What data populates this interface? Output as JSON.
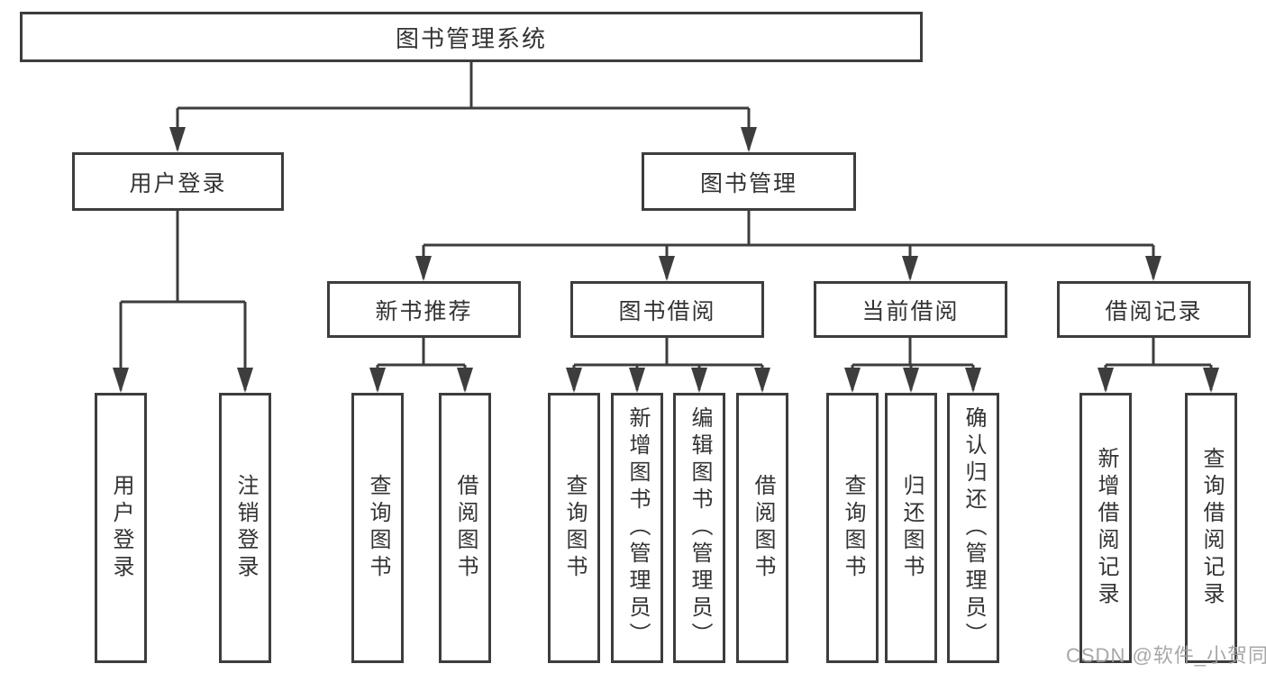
{
  "diagram": {
    "root": {
      "label": "图书管理系统"
    },
    "login": {
      "label": "用户登录",
      "children": [
        "用户登录",
        "注销登录"
      ]
    },
    "management": {
      "label": "图书管理",
      "modules": [
        {
          "label": "新书推荐",
          "children": [
            "查询图书",
            "借阅图书"
          ]
        },
        {
          "label": "图书借阅",
          "children": [
            "查询图书",
            "新增图书（管理员）",
            "编辑图书（管理员）",
            "借阅图书"
          ]
        },
        {
          "label": "当前借阅",
          "children": [
            "查询图书",
            "归还图书",
            "确认归还（管理员）"
          ]
        },
        {
          "label": "借阅记录",
          "children": [
            "新增借阅记录",
            "查询借阅记录"
          ]
        }
      ]
    }
  },
  "watermark": {
    "text": "CSDN @软件_小贺同学"
  },
  "colors": {
    "line": "#3d3d3d",
    "text": "#333333",
    "watermark_text": "#9e9e9e",
    "background": "#ffffff"
  }
}
